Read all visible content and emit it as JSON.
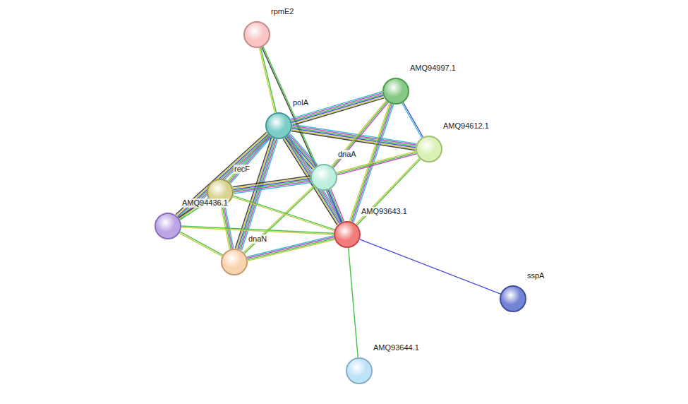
{
  "diagram": {
    "nodes": [
      {
        "text": [
          "rpmE2"
        ]
      },
      {
        "text": [
          "AMQ94997.1"
        ]
      },
      {
        "text": [
          "polA"
        ]
      },
      {
        "text": [
          "AMQ94612.1"
        ]
      },
      {
        "text": [
          "dnaA"
        ]
      },
      {
        "text": [
          "recF"
        ]
      },
      {
        "text": [
          "AMQ94436.1"
        ]
      },
      {
        "text": [
          "AMQ93643.1"
        ]
      },
      {
        "text": [
          "dnaN"
        ]
      },
      {
        "text": [
          "sspA"
        ]
      },
      {
        "text": [
          "AMQ93644.1"
        ]
      }
    ],
    "edges": [
      {
        "from": 0,
        "to": 2,
        "arrow": "none"
      },
      {
        "from": 0,
        "to": 7,
        "arrow": "none"
      },
      {
        "from": 2,
        "to": 1,
        "arrow": "none"
      },
      {
        "from": 2,
        "to": 3,
        "arrow": "none"
      },
      {
        "from": 2,
        "to": 4,
        "arrow": "none"
      },
      {
        "from": 2,
        "to": 5,
        "arrow": "none"
      },
      {
        "from": 2,
        "to": 6,
        "arrow": "none"
      },
      {
        "from": 2,
        "to": 8,
        "arrow": "none"
      },
      {
        "from": 2,
        "to": 7,
        "arrow": "none"
      },
      {
        "from": 1,
        "to": 3,
        "arrow": "none"
      },
      {
        "from": 1,
        "to": 4,
        "arrow": "none"
      },
      {
        "from": 1,
        "to": 7,
        "arrow": "none"
      },
      {
        "from": 3,
        "to": 4,
        "arrow": "none"
      },
      {
        "from": 3,
        "to": 7,
        "arrow": "none"
      },
      {
        "from": 4,
        "to": 5,
        "arrow": "none"
      },
      {
        "from": 4,
        "to": 8,
        "arrow": "none"
      },
      {
        "from": 4,
        "to": 7,
        "arrow": "none"
      },
      {
        "from": 5,
        "to": 6,
        "arrow": "none"
      },
      {
        "from": 5,
        "to": 8,
        "arrow": "none"
      },
      {
        "from": 5,
        "to": 7,
        "arrow": "none"
      },
      {
        "from": 6,
        "to": 8,
        "arrow": "none"
      },
      {
        "from": 6,
        "to": 7,
        "arrow": "none"
      },
      {
        "from": 8,
        "to": 7,
        "arrow": "none"
      },
      {
        "from": 7,
        "to": 9,
        "arrow": "none"
      },
      {
        "from": 7,
        "to": 10,
        "arrow": "none"
      }
    ]
  }
}
